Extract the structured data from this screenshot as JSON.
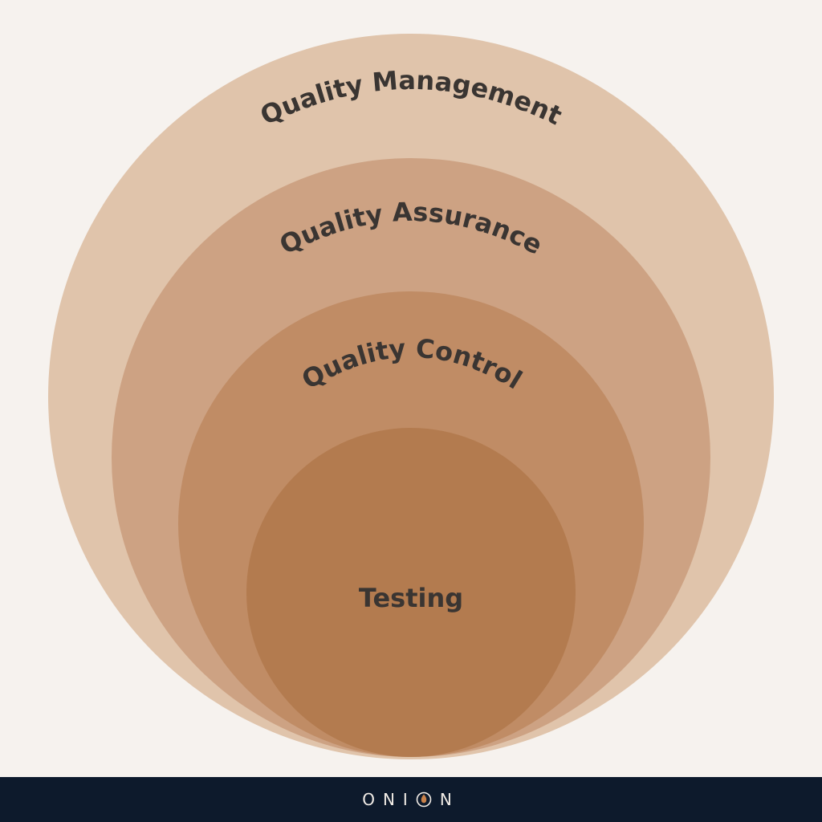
{
  "diagram": {
    "background": "#f6f2ee",
    "layers": [
      {
        "label": "Quality Management",
        "color": "#e0c4ab"
      },
      {
        "label": "Quality Assurance",
        "color": "#cda283"
      },
      {
        "label": "Quality Control",
        "color": "#c08c65"
      },
      {
        "label": "Testing",
        "color": "#b37b4f"
      }
    ]
  },
  "footer": {
    "background": "#0d1a2c",
    "brand_prefix": "ONI",
    "brand_suffix": "N",
    "brand_icon": "onion-flame-icon",
    "brand_icon_color": "#c9824a"
  }
}
